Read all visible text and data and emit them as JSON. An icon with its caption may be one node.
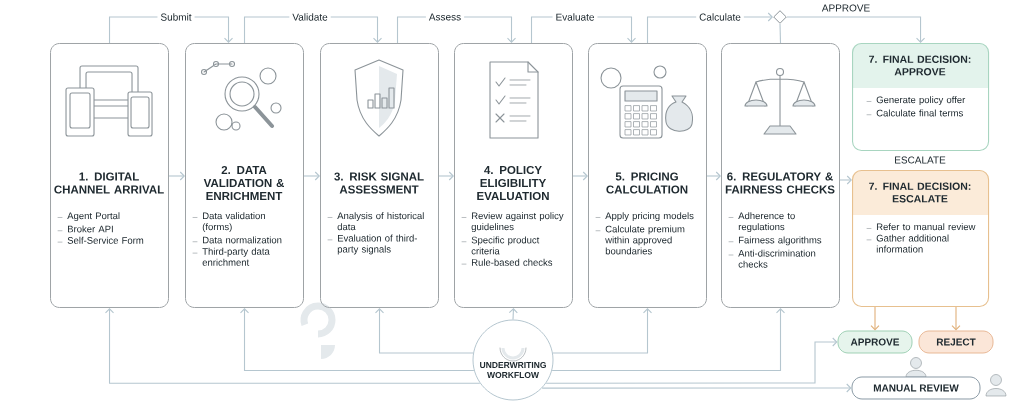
{
  "diagram": {
    "nodes": [
      {
        "text": [
          "1. DIGITAL CHANNEL ARRIVAL",
          "Agent Portal",
          "Broker API",
          "Self-Service Form"
        ]
      },
      {
        "text": [
          "2. DATA VALIDATION & ENRICHMENT",
          "Data validation (forms)",
          "Data normalization",
          "Third-party data enrichment"
        ]
      },
      {
        "text": [
          "3. RISK SIGNAL ASSESSMENT",
          "Analysis of historical data",
          "Evaluation of third-party signals"
        ]
      },
      {
        "text": [
          "4. POLICY ELIGIBILITY EVALUATION",
          "Review against policy guidelines",
          "Specific product criteria",
          "Rule-based checks"
        ]
      },
      {
        "text": [
          "5. PRICING CALCULATION",
          "Apply pricing models",
          "Calculate premium within approved boundaries"
        ]
      },
      {
        "text": [
          "6. REGULATORY & FAIRNESS CHECKS",
          "Adherence to regulations",
          "Fairness algorithms",
          "Anti-discrimination checks"
        ]
      },
      {
        "text": [
          "7. FINAL DECISION: APPROVE",
          "Generate policy offer",
          "Calculate final terms"
        ]
      },
      {
        "text": [
          "7. FINAL DECISION: ESCALATE",
          "Refer to manual review",
          "Gather additional information"
        ]
      },
      {
        "text": [],
        "shape": "diamond"
      },
      {
        "text": [
          "APPROVE"
        ]
      },
      {
        "text": [
          "REJECT"
        ]
      },
      {
        "text": [
          "MANUAL REVIEW"
        ]
      },
      {
        "text": [
          "UNDERWRITING WORKFLOW"
        ]
      }
    ],
    "edges": [
      {
        "from": 0,
        "to": 1,
        "arrow": "to",
        "label": "Submit"
      },
      {
        "from": 1,
        "to": 2,
        "arrow": "to",
        "label": "Validate"
      },
      {
        "from": 2,
        "to": 3,
        "arrow": "to",
        "label": "Assess"
      },
      {
        "from": 3,
        "to": 4,
        "arrow": "to",
        "label": "Evaluate"
      },
      {
        "from": 4,
        "to": 8,
        "arrow": "to",
        "label": "Calculate"
      },
      {
        "from": 8,
        "to": 6,
        "arrow": "to",
        "label": "APPROVE"
      },
      {
        "from": 8,
        "to": 5,
        "arrow": "none"
      },
      {
        "from": 0,
        "to": 1,
        "arrow": "to"
      },
      {
        "from": 1,
        "to": 2,
        "arrow": "to"
      },
      {
        "from": 2,
        "to": 3,
        "arrow": "to"
      },
      {
        "from": 3,
        "to": 4,
        "arrow": "to"
      },
      {
        "from": 4,
        "to": 5,
        "arrow": "to"
      },
      {
        "from": 5,
        "to": 7,
        "arrow": "to",
        "label": "ESCALATE"
      },
      {
        "from": 7,
        "to": 9,
        "arrow": "to",
        "color": "#e0b07a"
      },
      {
        "from": 7,
        "to": 10,
        "arrow": "to",
        "color": "#e0b07a"
      },
      {
        "from": 12,
        "to": 0,
        "arrow": "to"
      },
      {
        "from": 12,
        "to": 1,
        "arrow": "to"
      },
      {
        "from": 12,
        "to": 2,
        "arrow": "to"
      },
      {
        "from": 12,
        "to": 3,
        "arrow": "to"
      },
      {
        "from": 12,
        "to": 4,
        "arrow": "to"
      },
      {
        "from": 12,
        "to": 5,
        "arrow": "to"
      },
      {
        "from": 12,
        "to": 9,
        "arrow": "to"
      },
      {
        "from": 12,
        "to": 11,
        "arrow": "to"
      }
    ]
  }
}
